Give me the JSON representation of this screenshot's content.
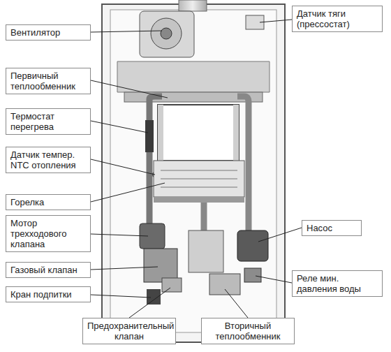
{
  "diagram": {
    "nodes": [
      {
        "text": [
          "Вентилятор"
        ]
      },
      {
        "text": [
          "Датчик тяги (прессостат)"
        ]
      },
      {
        "text": [
          "Первичный теплообменник"
        ]
      },
      {
        "text": [
          "Термостат перегрева"
        ]
      },
      {
        "text": [
          "Датчик темпер. NTC отопления"
        ]
      },
      {
        "text": [
          "Горелка"
        ]
      },
      {
        "text": [
          "Мотор трехходового клапана"
        ]
      },
      {
        "text": [
          "Насос"
        ]
      },
      {
        "text": [
          "Газовый клапан"
        ]
      },
      {
        "text": [
          "Реле мин. давления воды"
        ]
      },
      {
        "text": [
          "Кран подпитки"
        ]
      },
      {
        "text": [
          "Предохранительный клапан"
        ]
      },
      {
        "text": [
          "Вторичный теплообменник"
        ]
      }
    ]
  }
}
